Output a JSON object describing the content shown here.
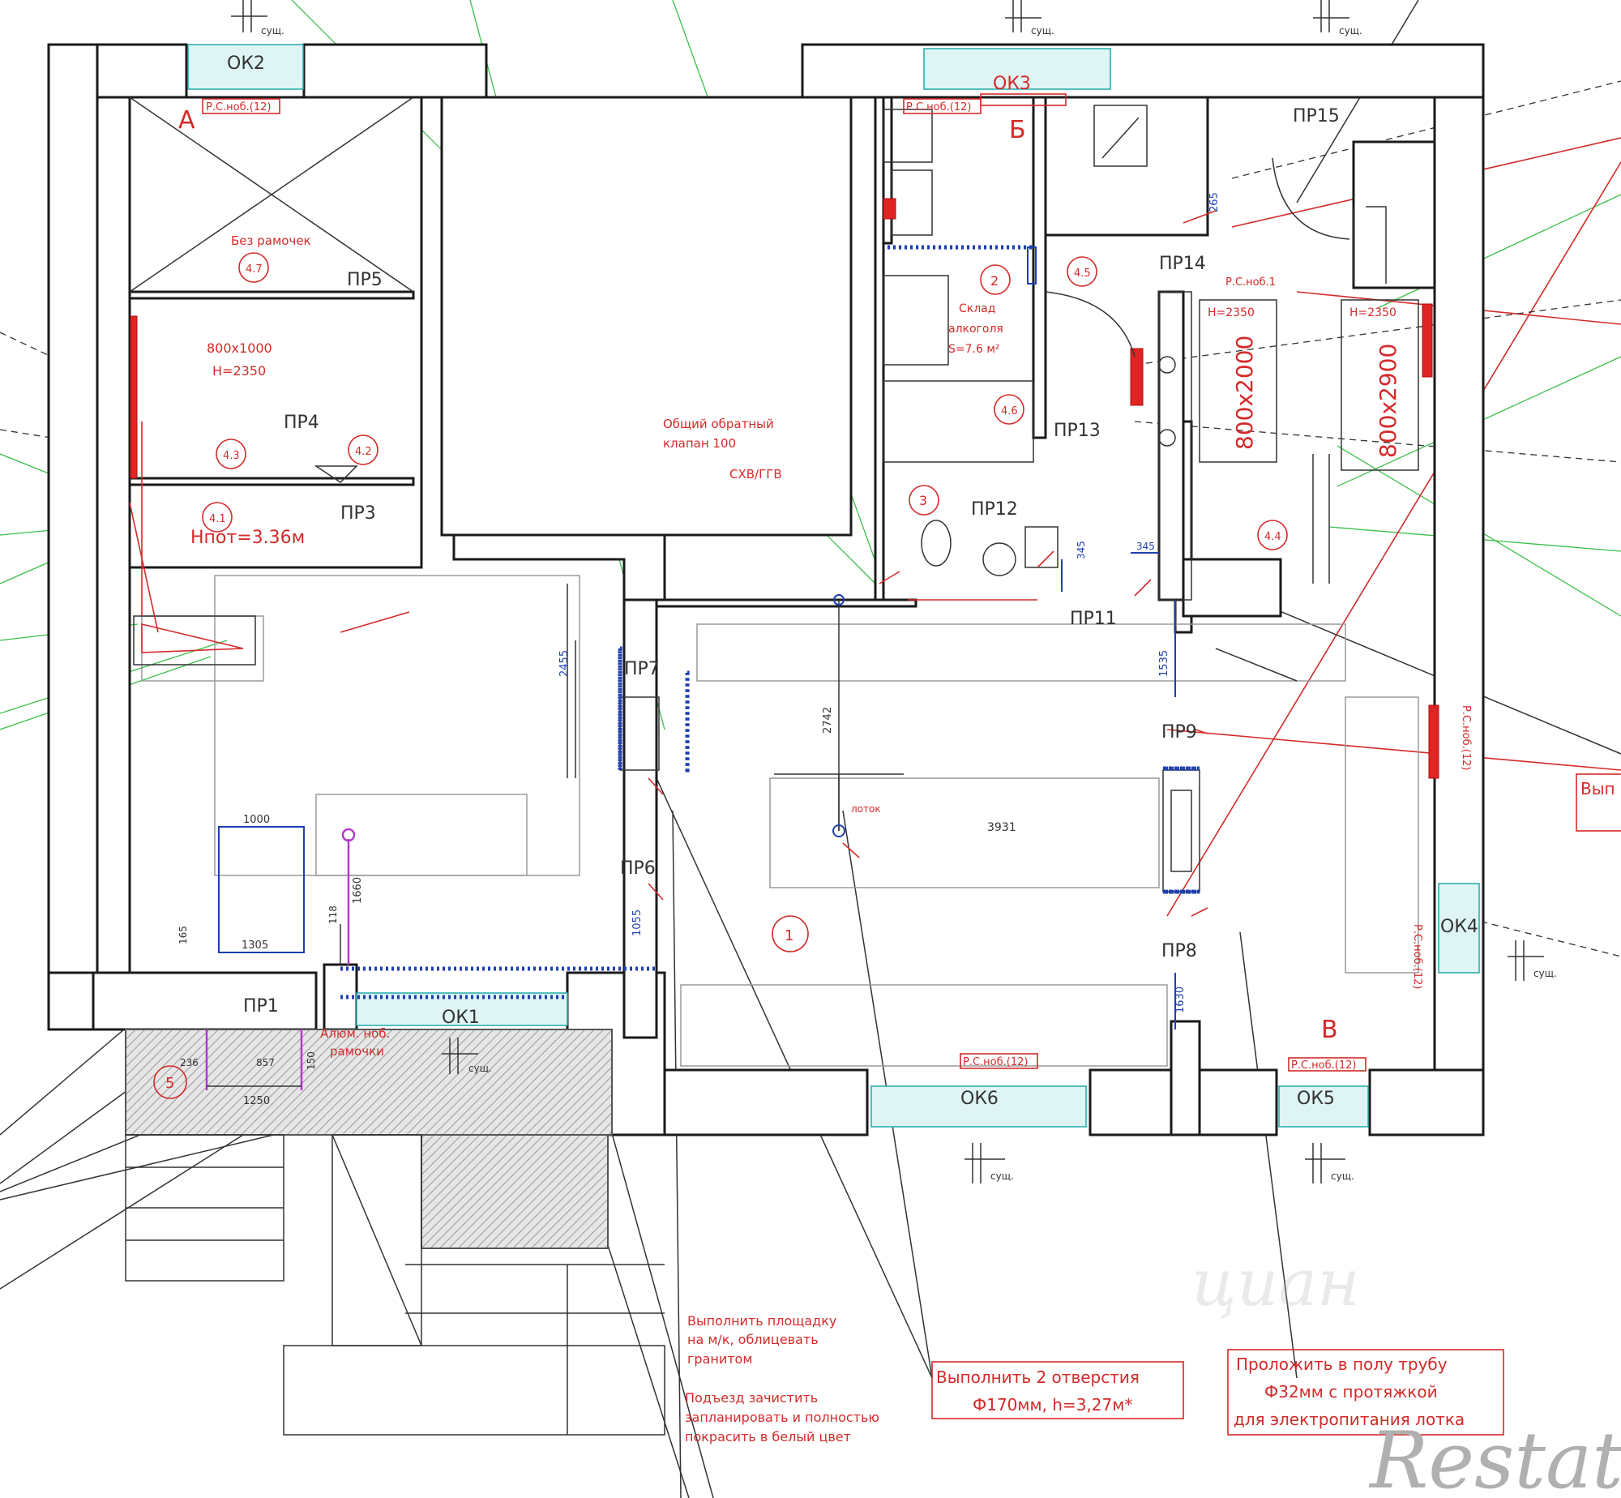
{
  "labels": {
    "ok2": "ОК2",
    "ok3_top": "ОК3",
    "ok1": "ОК1",
    "ok6": "ОК6",
    "ok5": "ОК5",
    "ok4": "ОК4",
    "sec_a": "А",
    "sec_b": "Б",
    "sec_v": "В",
    "pr1": "ПР1",
    "pr3": "ПР3",
    "pr4": "ПР4",
    "pr5": "ПР5",
    "pr6": "ПР6",
    "pr7": "ПР7",
    "pr8": "ПР8",
    "pr9": "ПР9",
    "pr11": "ПР11",
    "pr12": "ПР12",
    "pr13": "ПР13",
    "pr14": "ПР14",
    "pr15": "ПР15",
    "room_1": "1",
    "room_2": "2",
    "room_3": "3",
    "room_5": "5",
    "room_41": "4.1",
    "room_42": "4.2",
    "room_43": "4.3",
    "room_44": "4.4",
    "room_45": "4.5",
    "room_46": "4.6",
    "room_47": "4.7",
    "hroom": "Нпот=3.36м",
    "bez_ramok": "Без рамочек",
    "sklad_1": "Склад",
    "sklad_2": "алкоголя",
    "sklad_3": "S=7.6 м²",
    "obshchiy_1": "Общий обратный",
    "obshchiy_2": "клапан 100",
    "svb": "СХВ/ГГВ",
    "dim_800x1000": "800x1000",
    "dim_h2350": "Н=2350",
    "dim_800x2000": "800x2000",
    "dim_800x2900": "800x2900",
    "dim_h2350_b": "Н=2350",
    "dim_h2350_c": "Н=2350",
    "dim_2455": "2455",
    "dim_2742": "2742",
    "dim_3931": "3931",
    "dim_1535": "1535",
    "dim_1630": "1630",
    "dim_1000": "1000",
    "dim_1305": "1305",
    "dim_1660": "1660",
    "dim_1250": "1250",
    "dim_1055": "1055",
    "dim_265": "265",
    "dim_165": "165",
    "dim_118": "118",
    "dim_236": "236",
    "dim_857": "857",
    "dim_150": "150",
    "dim_345": "345",
    "dim_345b": "345",
    "rsn_1": "Р.С.ноб.(12)",
    "rsn_2": "Р.С.ноб.(12)",
    "rsn_3": "Р.С.ноб.(12)",
    "rsn_4": "Р.С.ноб.(12)",
    "rsn_5": "Р.С.ноб.(12)",
    "rsn_6": "Р.С.ноб.(12)",
    "rsn_7": "Р.С.ноб.1",
    "alum": "Алюм. ноб.",
    "alum_2": "рамочки",
    "note1_1": "Выполнить площадку",
    "note1_2": "на м/к, облицевать",
    "note1_3": "гранитом",
    "note2_1": "Подъезд зачистить",
    "note2_2": "запланировать и полностью",
    "note2_3": "покрасить в белый цвет",
    "note3_1": "Выполнить 2 отверстия",
    "note3_2": "Ф170мм, h=3,27м*",
    "note4_1": "Проложить в полу трубу",
    "note4_2": "Ф32мм с протяжкой",
    "note4_3": "для электропитания лотка",
    "vyp": "Вып",
    "sus": "сущ.",
    "lotok": "лоток",
    "watermark": "Restate",
    "cian": "циан"
  },
  "colors": {
    "wall": "#1a1a1a",
    "annotation": "#d42a2a",
    "leader": "#3bbf4a",
    "window": "#2aa",
    "dimension": "#1e3fb0"
  }
}
